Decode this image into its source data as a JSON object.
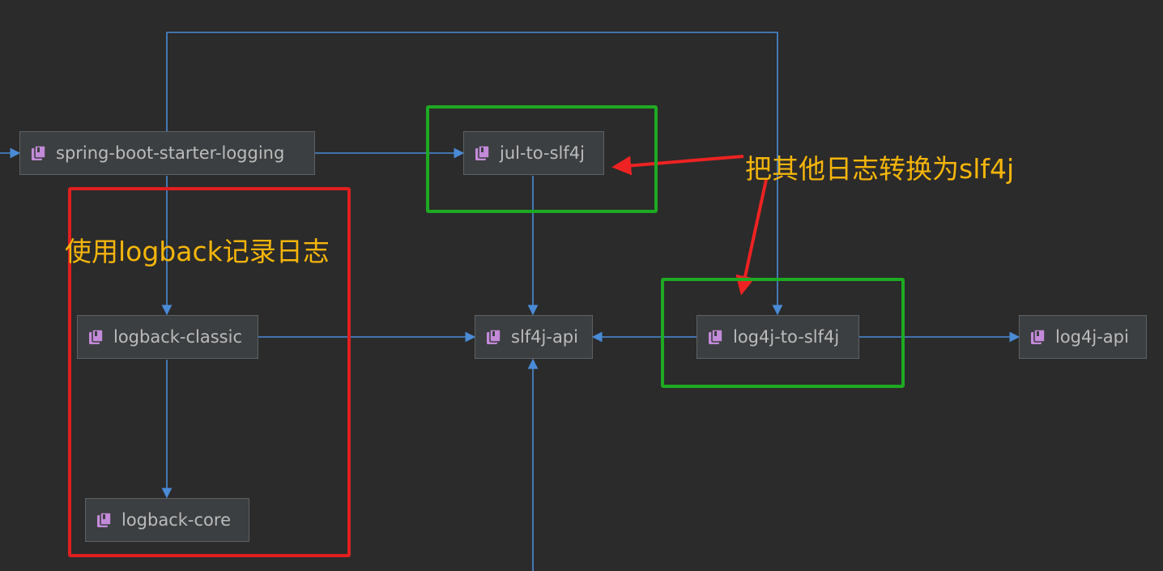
{
  "nodes": {
    "spring_boot_starter_logging": "spring-boot-starter-logging",
    "jul_to_slf4j": "jul-to-slf4j",
    "logback_classic": "logback-classic",
    "slf4j_api": "slf4j-api",
    "log4j_to_slf4j": "log4j-to-slf4j",
    "log4j_api": "log4j-api",
    "logback_core": "logback-core"
  },
  "annotations": {
    "logback_box_label": "使用logback记录日志",
    "bridge_label": "把其他日志转换为slf4j"
  },
  "icons": {
    "library": "library-icon"
  },
  "colors": {
    "edge": "#4a8bd6",
    "icon": "#c38ad9",
    "red_box": "#e01f1f",
    "green_box": "#1eaa22",
    "annotation_text": "#f5b50a",
    "annotation_arrow": "#ee2222"
  }
}
